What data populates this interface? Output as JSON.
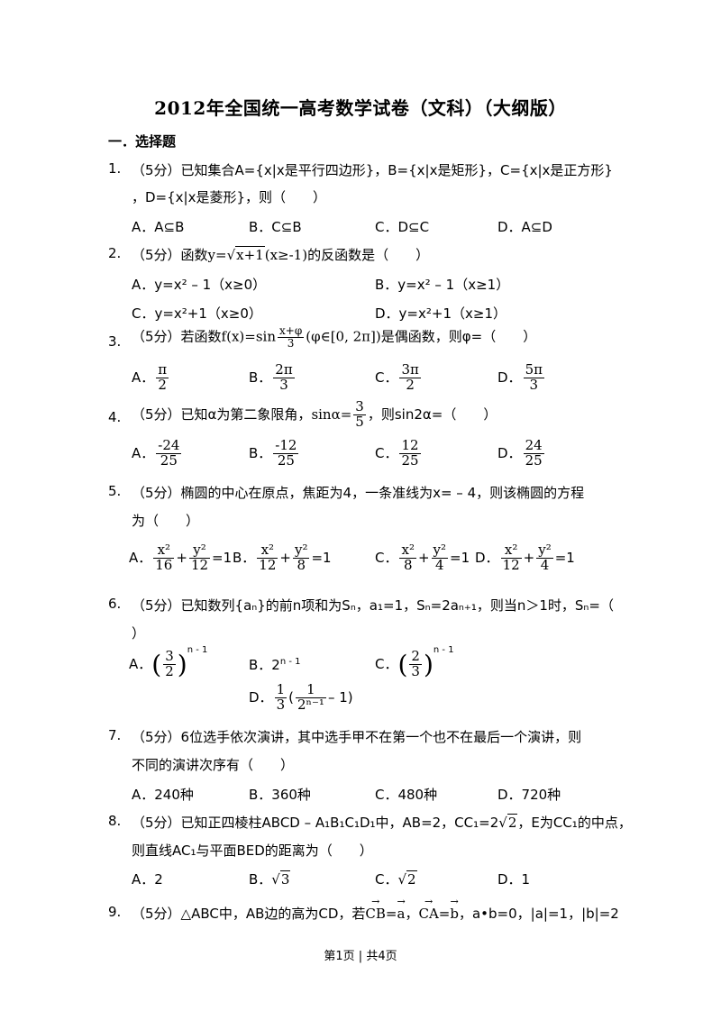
{
  "title": "2012年全国统一高考数学试卷（文科）（大纲版）",
  "section": "一．选择题",
  "q1": {
    "num": "1.",
    "line1": "（5分）已知集合A={x|x是平行四边形}，B={x|x是矩形}，C={x|x是正方形}",
    "line2": "，D={x|x是菱形}，则（　　）",
    "A": "A．A⊆B",
    "B": "B．C⊆B",
    "C": "C．D⊆C",
    "D": "D．A⊆D"
  },
  "q2": {
    "num": "2.",
    "pre": "（5分）函数",
    "y": "y=",
    "rad": "x+1",
    "cond": "(x≥-1)",
    "post": "的反函数是（　　）",
    "A": "A．y=x² – 1（x≥0）",
    "B": "B．y=x² – 1（x≥1）",
    "C": "C．y=x²+1（x≥0）",
    "D": "D．y=x²+1（x≥1）"
  },
  "q3": {
    "num": "3.",
    "pre": "（5分）若函数",
    "fx": "f(x)=sin",
    "fnum": "x+φ",
    "fden": "3",
    "range": "(φ∈[0, 2π])",
    "post": "是偶函数，则φ=（　　）",
    "A_label": "A．",
    "A_num": "π",
    "A_den": "2",
    "B_label": "B．",
    "B_num": "2π",
    "B_den": "3",
    "C_label": "C．",
    "C_num": "3π",
    "C_den": "2",
    "D_label": "D．",
    "D_num": "5π",
    "D_den": "3"
  },
  "q4": {
    "num": "4.",
    "pre": "（5分）已知α为第二象限角，",
    "sin": "sinα=",
    "snum": "3",
    "sden": "5",
    "post": "，则sin2α=（　　）",
    "A_label": "A．",
    "A_num": "-24",
    "A_den": "25",
    "B_label": "B．",
    "B_num": "-12",
    "B_den": "25",
    "C_label": "C．",
    "C_num": "12",
    "C_den": "25",
    "D_label": "D．",
    "D_num": "24",
    "D_den": "25"
  },
  "q5": {
    "num": "5.",
    "line1": "（5分）椭圆的中心在原点，焦距为4，一条准线为x= – 4，则该椭圆的方程",
    "line2": "为（　　）",
    "A_label": "A．",
    "A_n1": "x²",
    "A_d1": "16",
    "A_n2": "y²",
    "A_d2": "12",
    "B_label": "B．",
    "B_n1": "x²",
    "B_d1": "12",
    "B_n2": "y²",
    "B_d2": "8",
    "C_label": "C．",
    "C_n1": "x²",
    "C_d1": "8",
    "C_n2": "y²",
    "C_d2": "4",
    "D_label": "D．",
    "D_n1": "x²",
    "D_d1": "12",
    "D_n2": "y²",
    "D_d2": "4",
    "plus": "+",
    "eq": "=1"
  },
  "q6": {
    "num": "6.",
    "line1": "（5分）已知数列{aₙ}的前n项和为Sₙ，a₁=1，Sₙ=2aₙ₊₁，则当n＞1时，Sₙ=（",
    "line2": "）",
    "A_label": "A．",
    "A_num": "3",
    "A_den": "2",
    "A_exp": "n - 1",
    "B_label": "B．",
    "B_text": "2",
    "B_exp": "n - 1",
    "C_label": "C．",
    "C_num": "2",
    "C_den": "3",
    "C_exp": "n - 1",
    "D_label": "D．",
    "D_num": "1",
    "D_den": "3",
    "D_inum": "1",
    "D_iden": "2ⁿ⁻¹",
    "D_tail": "– 1)"
  },
  "q7": {
    "num": "7.",
    "line1": "（5分）6位选手依次演讲，其中选手甲不在第一个也不在最后一个演讲，则",
    "line2": "不同的演讲次序有（　　）",
    "A": "A．240种",
    "B": "B．360种",
    "C": "C．480种",
    "D": "D．720种"
  },
  "q8": {
    "num": "8.",
    "line1a": "（5分）已知正四棱柱ABCD – A₁B₁C₁D₁中，AB=2，CC₁=2",
    "line1rad": "2",
    "line1b": "，E为CC₁的中点，",
    "line2": "则直线AC₁与平面BED的距离为（　　）",
    "A": "A．2",
    "B_label": "B．",
    "B_rad": "3",
    "C_label": "C．",
    "C_rad": "2",
    "D": "D．1"
  },
  "q9": {
    "num": "9.",
    "pre": "（5分）△ABC中，AB边的高为CD，若",
    "cb": "CB",
    "eq1": "=",
    "a": "a",
    "sep1": "，",
    "ca": "CA",
    "eq2": "=",
    "b": "b",
    "sep2": "，",
    "dot": "a•b=0，",
    "abs_a": "|a|=1，",
    "abs_b": "|b|=2"
  },
  "footer": "第1页 | 共4页"
}
